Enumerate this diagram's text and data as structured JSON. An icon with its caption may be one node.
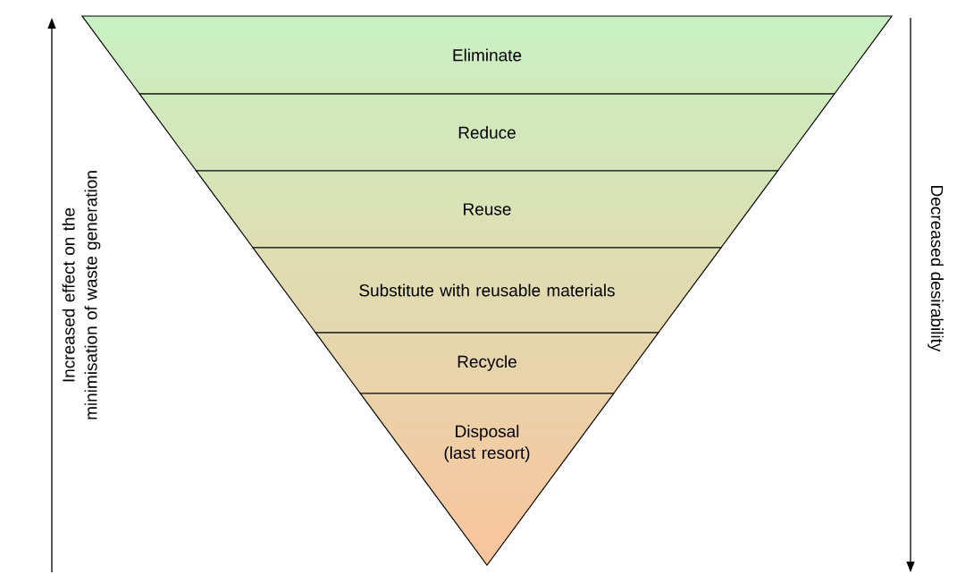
{
  "diagram": {
    "nodes": [
      {
        "text": [
          "Eliminate"
        ]
      },
      {
        "text": [
          "Reduce"
        ]
      },
      {
        "text": [
          "Reuse"
        ]
      },
      {
        "text": [
          "Substitute with reusable materials"
        ]
      },
      {
        "text": [
          "Recycle"
        ]
      },
      {
        "text": [
          "Disposal (last resort)"
        ]
      }
    ],
    "labels": [
      "Increased effect on the minimisation of waste generation",
      "Decreased desirability"
    ]
  }
}
